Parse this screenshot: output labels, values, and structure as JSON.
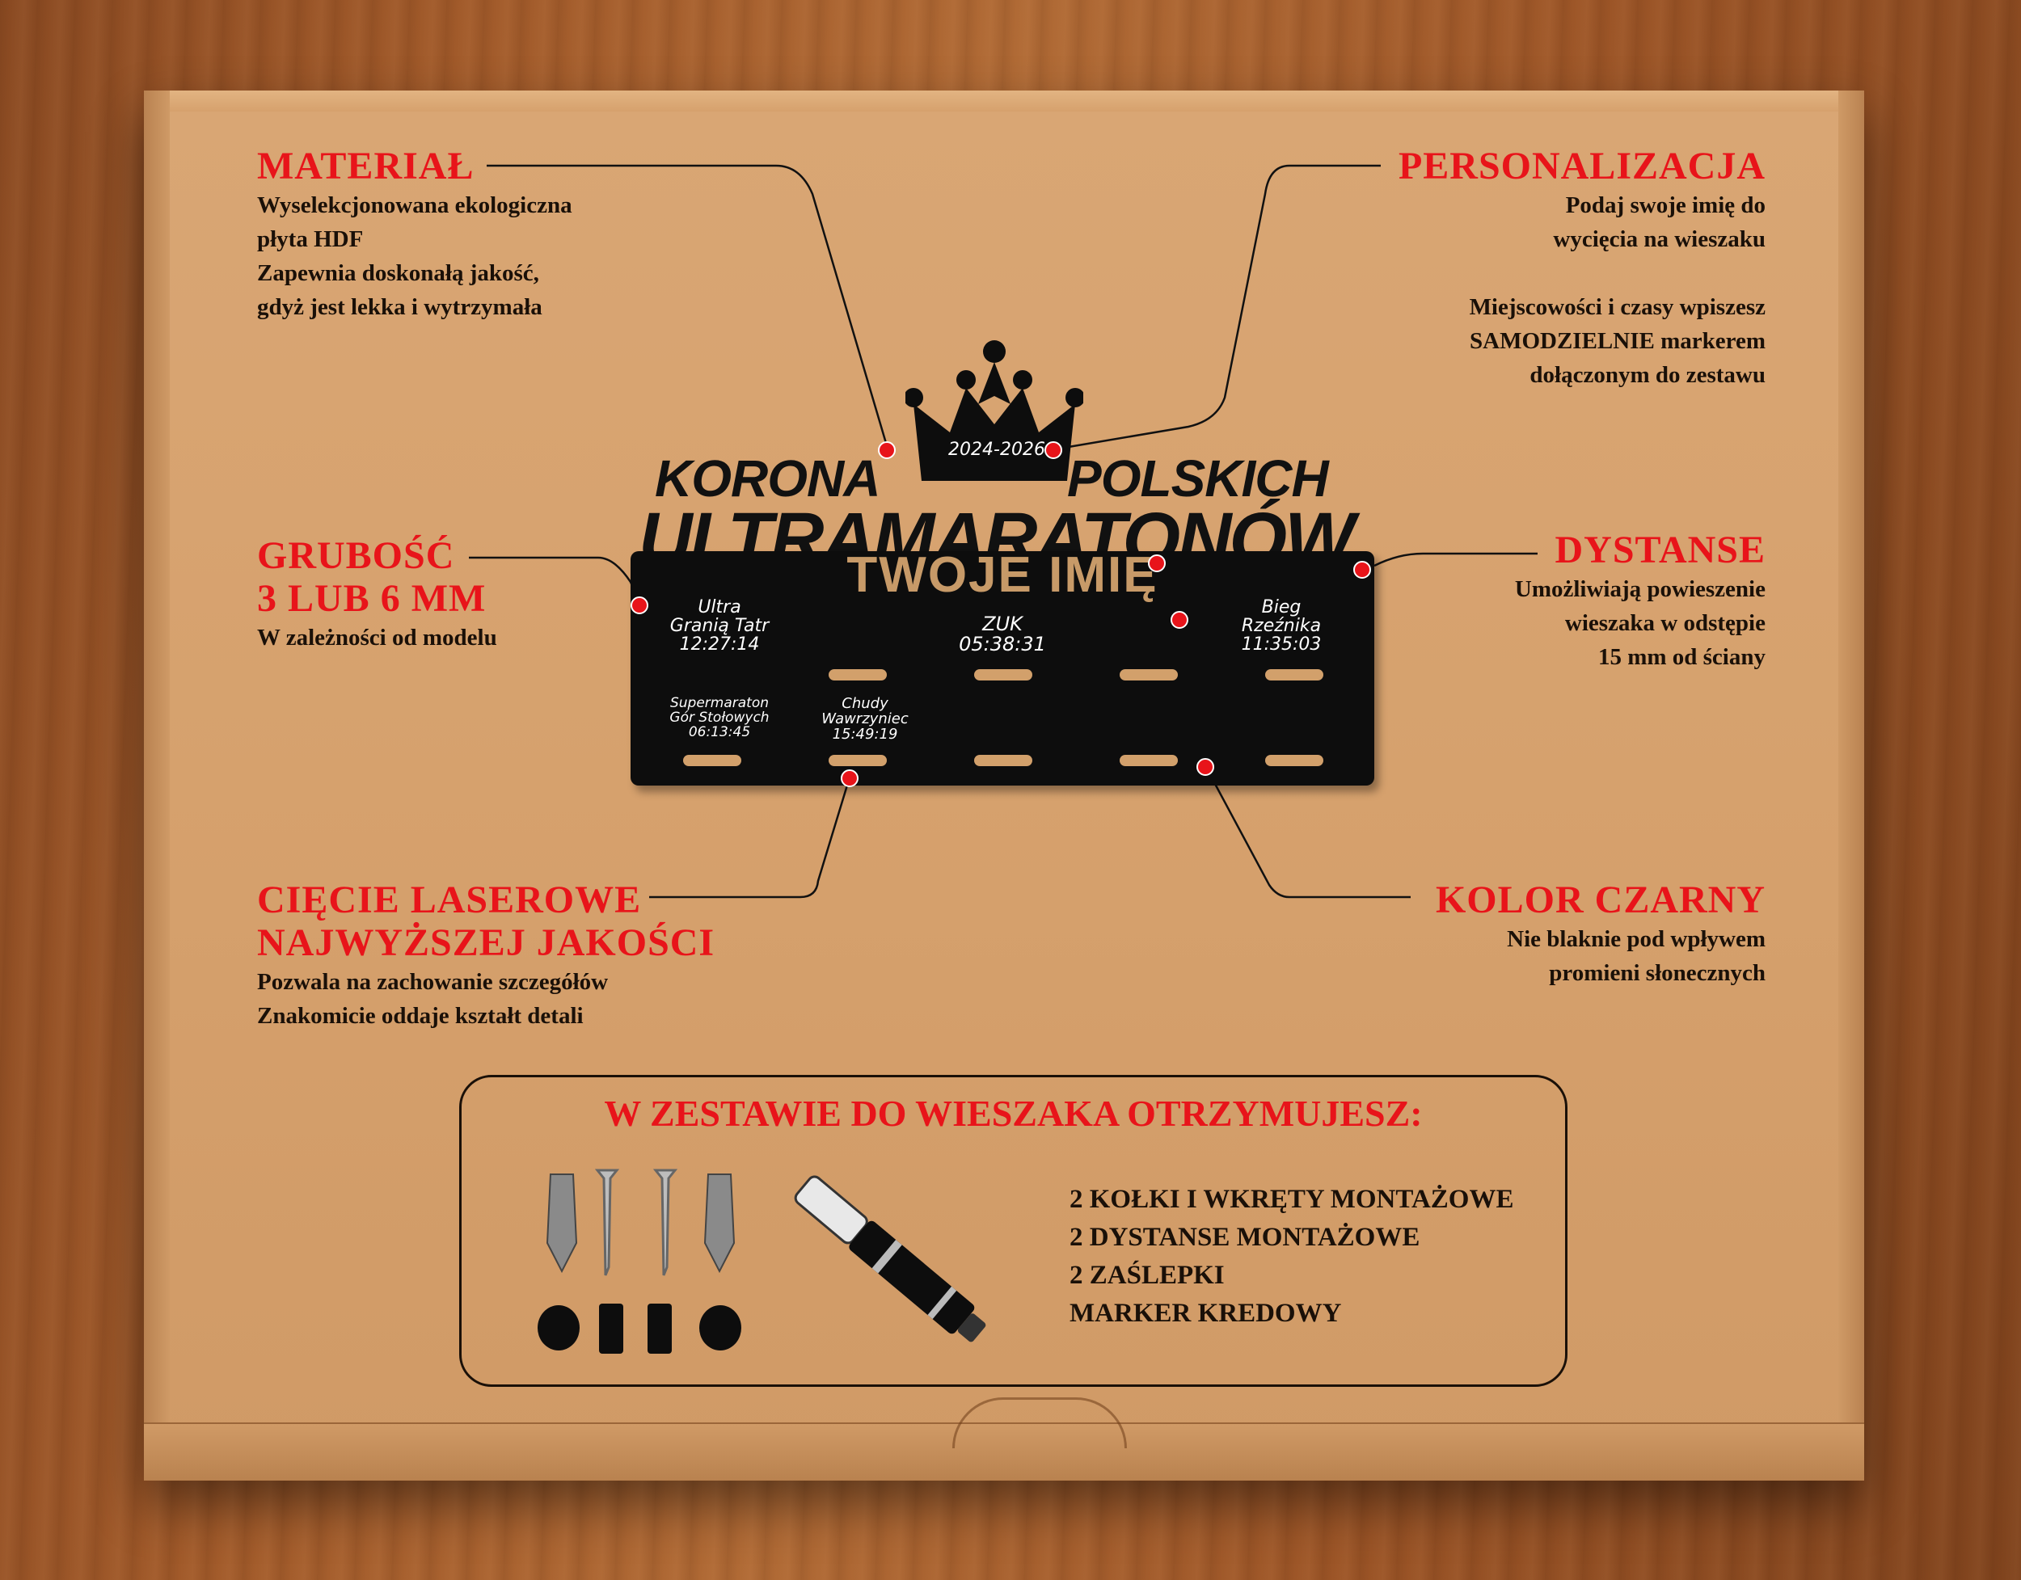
{
  "material": {
    "title": "MATERIAŁ",
    "line1": "Wyselekcjonowana ekologiczna",
    "line2": "płyta HDF",
    "line3": "Zapewnia doskonałą jakość,",
    "line4": "gdyż jest lekka i wytrzymała"
  },
  "personalizacja": {
    "title": "PERSONALIZACJA",
    "line1": "Podaj swoje imię do",
    "line2": "wycięcia na wieszaku",
    "line3": "Miejscowości i czasy wpiszesz",
    "line4": "SAMODZIELNIE markerem",
    "line5": "dołączonym do zestawu"
  },
  "grubosc": {
    "title1": "GRUBOŚĆ",
    "title2": "3 LUB 6 MM",
    "line1": "W zależności od modelu"
  },
  "dystanse": {
    "title": "DYSTANSE",
    "line1": "Umożliwiają powieszenie",
    "line2": "wieszaka w odstępie",
    "line3": "15 mm od ściany"
  },
  "ciecie": {
    "title1": "CIĘCIE LASEROWE",
    "title2": "NAJWYŻSZEJ JAKOŚCI",
    "line1": "Pozwala na zachowanie szczegółów",
    "line2": "Znakomicie oddaje kształt detali"
  },
  "kolor": {
    "title": "KOLOR CZARNY",
    "line1": "Nie blaknie pod wpływem",
    "line2": "promieni słonecznych"
  },
  "hanger": {
    "word1": "KORONA",
    "word2": "POLSKICH",
    "word3": "ULTRAMARATONÓW",
    "year": "2024-2026",
    "name": "TWOJE IMIĘ",
    "events": [
      {
        "l1": "Ultra",
        "l2": "Granią Tatr",
        "l3": "12:27:14"
      },
      {
        "l1": "ZUK",
        "l2": "05:38:31",
        "l3": ""
      },
      {
        "l1": "Bieg",
        "l2": "Rzeźnika",
        "l3": "11:35:03"
      },
      {
        "l1": "Supermaraton",
        "l2": "Gór Stołowych",
        "l3": "06:13:45"
      },
      {
        "l1": "Chudy",
        "l2": "Wawrzyniec",
        "l3": "15:49:19"
      }
    ]
  },
  "kit": {
    "title": "W ZESTAWIE DO WIESZAKA OTRZYMUJESZ:",
    "items": [
      "2 KOŁKI I WKRĘTY MONTAŻOWE",
      "2 DYSTANSE MONTAŻOWE",
      "2 ZAŚLEPKI",
      "MARKER KREDOWY"
    ]
  }
}
